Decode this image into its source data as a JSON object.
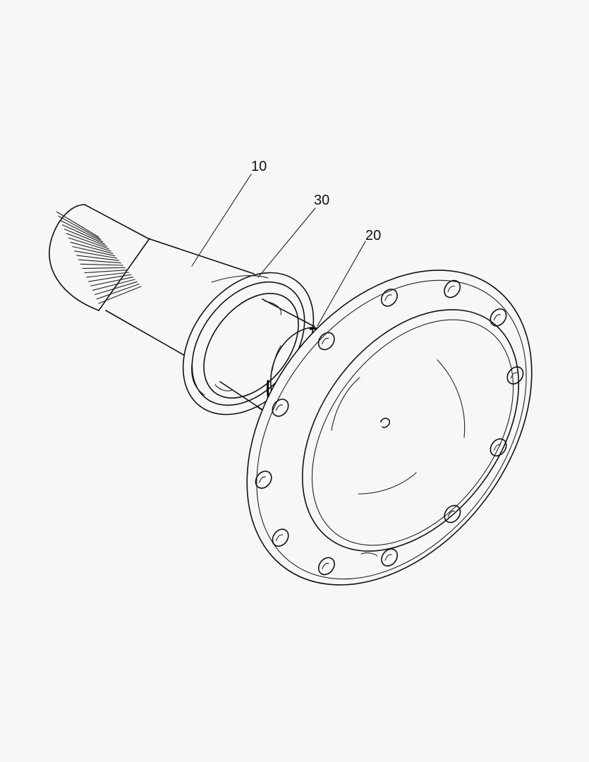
{
  "figure": {
    "reference_numerals": [
      {
        "id": "shaft",
        "label": "10"
      },
      {
        "id": "ring",
        "label": "30"
      },
      {
        "id": "snap_ring",
        "label": "20"
      }
    ]
  }
}
